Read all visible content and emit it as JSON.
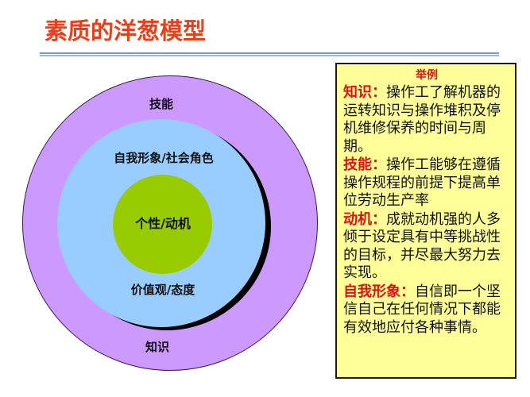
{
  "title": "素质的洋葱模型",
  "colors": {
    "title": "#e8401c",
    "outer_ring": "#cc99ff",
    "middle_ring": "#99ccff",
    "core": "#99cc00",
    "example_box_bg": "#ffff99",
    "term_highlight": "#e01010",
    "divider": "#7d93d8"
  },
  "diagram": {
    "outer_ring": {
      "top_label": "技能",
      "bottom_label": "知识"
    },
    "middle_ring": {
      "top_label": "自我形象/社会角色",
      "bottom_label": "价值观/态度"
    },
    "core": {
      "label": "个性/动机"
    }
  },
  "example_box": {
    "header": "举例",
    "entries": [
      {
        "term": "知识：",
        "text": "操作工了解机器的运转知识与操作堆积及停机维修保养的时间与周期。"
      },
      {
        "term": "技能：",
        "text": "操作工能够在遵循操作规程的前提下提高单位劳动生产率"
      },
      {
        "term": "动机：",
        "text": "成就动机强的人多倾于设定具有中等挑战性的目标，并尽最大努力去实现。"
      },
      {
        "term": "自我形象：",
        "text": "自信即一个坚信自己在任何情况下都能有效地应付各种事情。"
      }
    ]
  }
}
